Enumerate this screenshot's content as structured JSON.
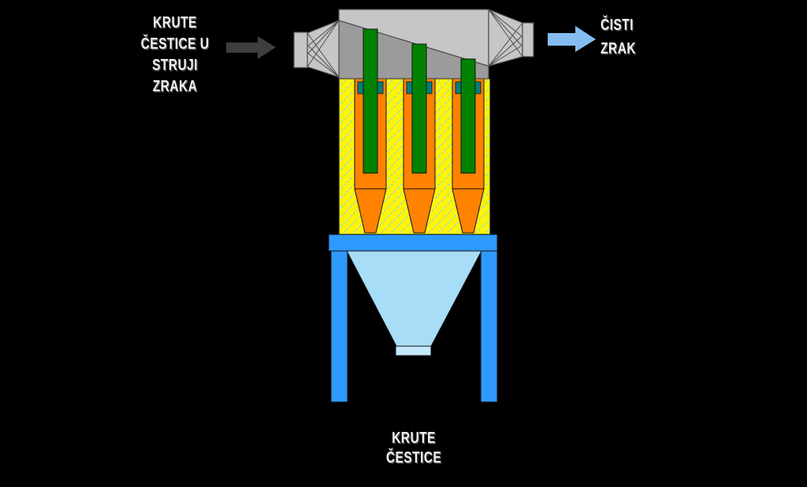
{
  "labels": {
    "inlet": {
      "lines": [
        "KRUTE",
        "ČESTICE U",
        "STRUJI",
        "ZRAKA"
      ]
    },
    "outlet": {
      "lines": [
        "ČISTI",
        "ZRAK"
      ]
    },
    "solids": {
      "lines": [
        "KRUTE",
        "ČESTICE"
      ]
    }
  },
  "icons": {
    "inlet_arrow": "right-arrow",
    "outlet_arrow": "right-arrow"
  },
  "colors": {
    "background": "#000000",
    "casing_gray": "#C6C6C6",
    "casing_shadow_gray": "#9B9B9B",
    "chamber_yellow": "#FFF500",
    "hatch_blue": "#8FD2F4",
    "cyclone_orange": "#FF8200",
    "vane_teal": "#008080",
    "vortex_tube_green": "#028202",
    "frame_blue": "#2E9AFE",
    "hopper_blue": "#A8DDF8",
    "hopper_outlet_blue": "#C4E9FB",
    "inlet_arrow_dark": "#3E3E3E",
    "outlet_arrow_blue": "#85BCF2",
    "label_text": "#EFEFEF"
  }
}
